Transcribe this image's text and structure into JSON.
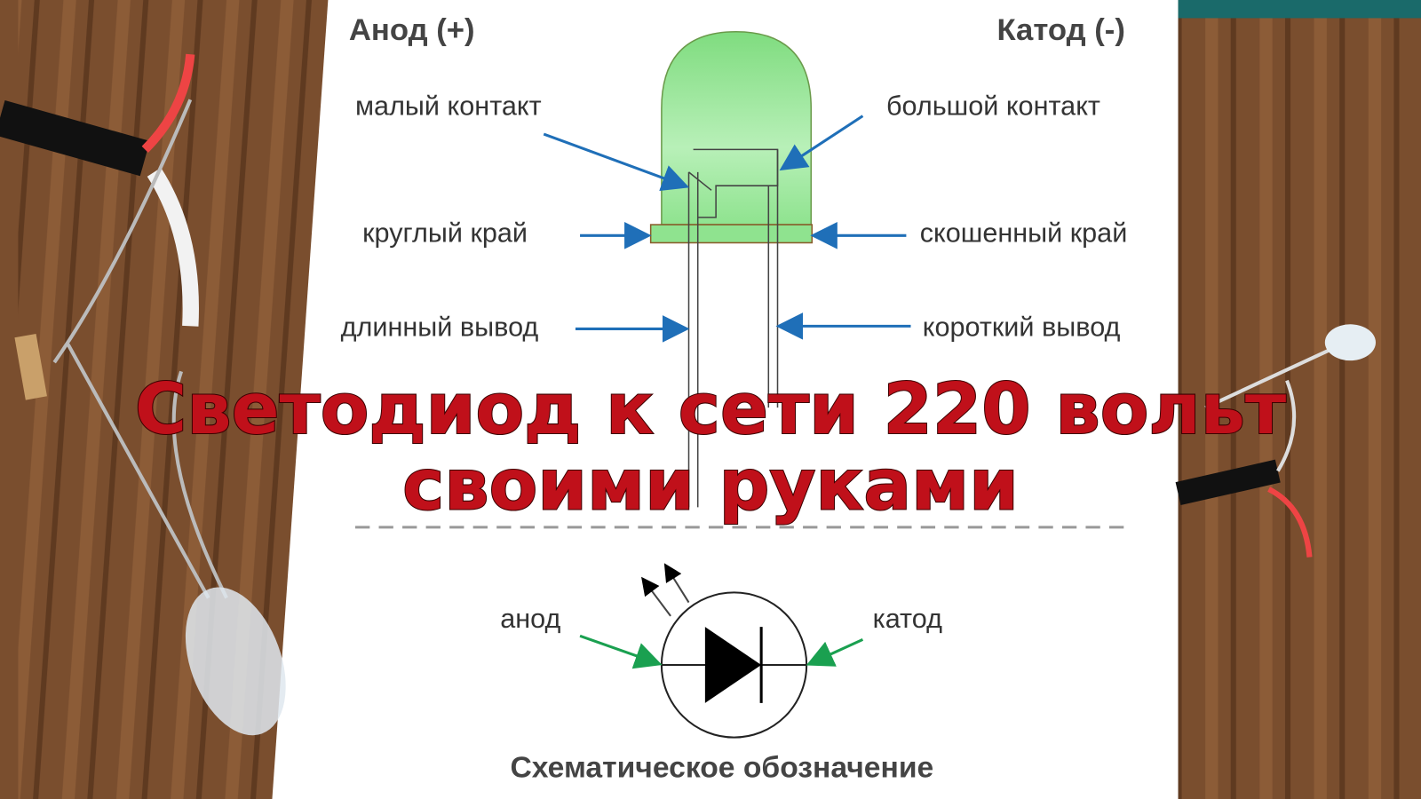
{
  "diagram": {
    "anode_header": "Анод (+)",
    "cathode_header": "Катод (-)",
    "labels_left": [
      "малый контакт",
      "круглый край",
      "длинный вывод"
    ],
    "labels_right": [
      "большой контакт",
      "скошенный край",
      "короткий вывод"
    ],
    "symbol_anode": "анод",
    "symbol_cathode": "катод",
    "caption": "Схематическое обозначение"
  },
  "overlay_title": {
    "line1": "Светодиод к сети 220 вольт",
    "line2": "своими руками"
  },
  "colors": {
    "led_green": "#8fe38f",
    "arrow_blue": "#1f6fb8",
    "arrow_green": "#1aa050",
    "overlay_red": "#c0101a",
    "wood": "#7a4e2e"
  }
}
